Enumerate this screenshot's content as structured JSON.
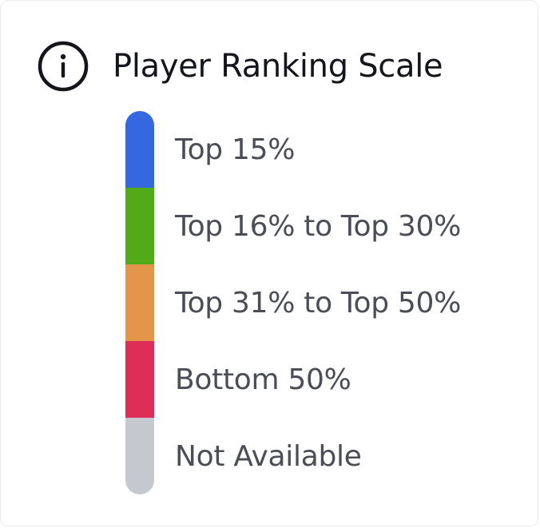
{
  "header": {
    "icon": "info-icon",
    "title": "Player Ranking Scale"
  },
  "scale": {
    "items": [
      {
        "label": "Top 15%",
        "color": "#3467e0"
      },
      {
        "label": "Top 16% to Top 30%",
        "color": "#52aa18"
      },
      {
        "label": "Top 31% to Top 50%",
        "color": "#e3954a"
      },
      {
        "label": "Bottom 50%",
        "color": "#de2e57"
      },
      {
        "label": "Not Available",
        "color": "#c5c9cf"
      }
    ]
  }
}
